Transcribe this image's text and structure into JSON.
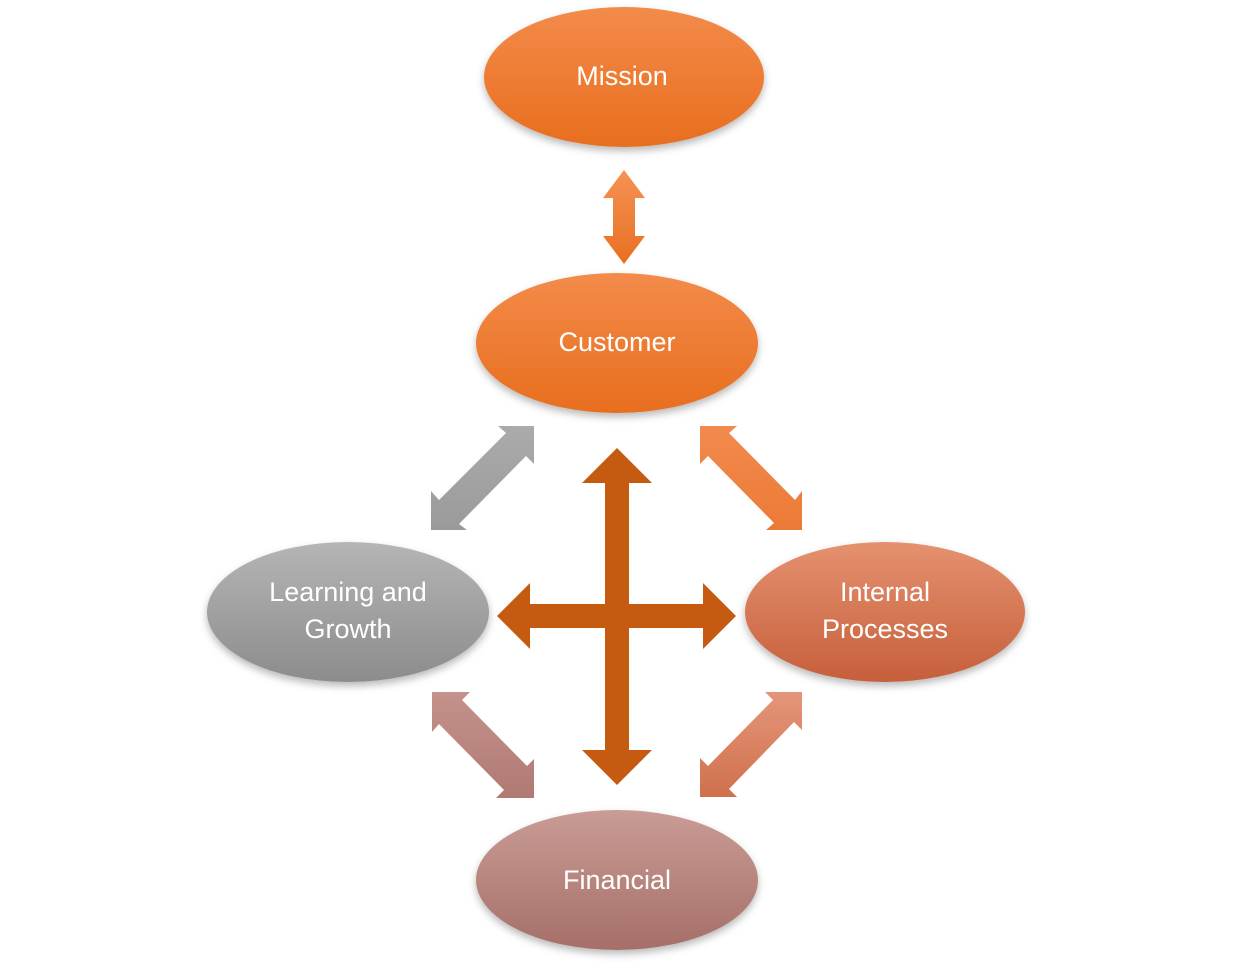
{
  "nodes": {
    "mission": {
      "label": "Mission"
    },
    "customer": {
      "label": "Customer"
    },
    "learning": {
      "line1": "Learning and",
      "line2": "Growth"
    },
    "internal": {
      "line1": "Internal",
      "line2": "Processes"
    },
    "financial": {
      "label": "Financial"
    }
  },
  "colors": {
    "orange_light": "#F38B4A",
    "orange_dark": "#E86E1E",
    "cross_arrow": "#C55A11",
    "gray_light": "#B3B3B3",
    "gray_dark": "#8E8E8E",
    "internal_light": "#E38E6A",
    "internal_dark": "#C9623D",
    "financial_light": "#C79A93",
    "financial_dark": "#A8716A"
  },
  "connections": [
    {
      "from": "mission",
      "to": "customer",
      "direction": "both"
    },
    {
      "from": "customer",
      "to": "learning",
      "direction": "both"
    },
    {
      "from": "customer",
      "to": "internal",
      "direction": "both"
    },
    {
      "from": "customer",
      "to": "financial",
      "direction": "both"
    },
    {
      "from": "learning",
      "to": "internal",
      "direction": "both"
    },
    {
      "from": "learning",
      "to": "financial",
      "direction": "both"
    },
    {
      "from": "internal",
      "to": "financial",
      "direction": "both"
    }
  ]
}
